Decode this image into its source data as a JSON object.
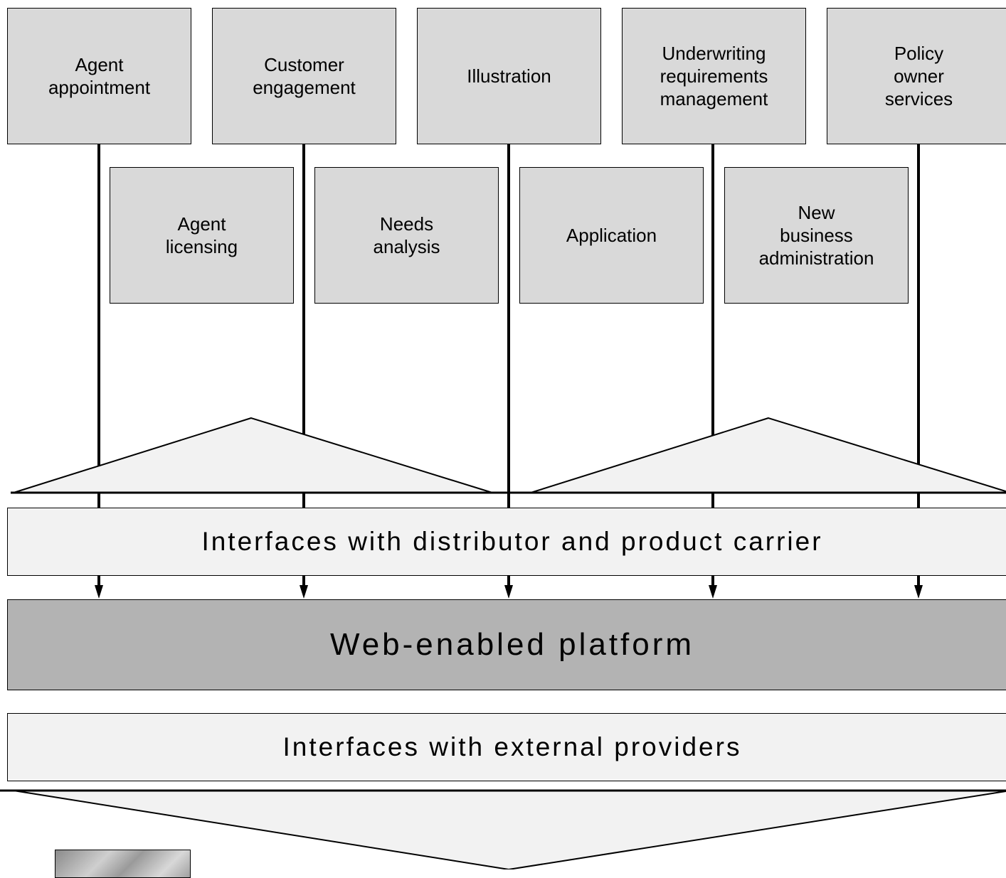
{
  "process_boxes": {
    "agent_appointment": "Agent\nappointment",
    "customer_engagement": "Customer\nengagement",
    "illustration": "Illustration",
    "underwriting_requirements": "Underwriting\nrequirements\nmanagement",
    "policy_owner_services": "Policy\nowner\nservices",
    "agent_licensing": "Agent\nlicensing",
    "needs_analysis": "Needs\nanalysis",
    "application": "Application",
    "new_business_admin": "New\nbusiness\nadministration"
  },
  "bands": {
    "distributor_interfaces": "Interfaces with distributor and product carrier",
    "platform": "Web-enabled platform",
    "external_interfaces": "Interfaces with external providers"
  },
  "colors": {
    "process_box": "#d9d9d9",
    "band_light": "#f2f2f2",
    "platform": "#b3b3b3",
    "line": "#000000"
  },
  "icons": {
    "flow_arrow": "arrow-down-icon"
  }
}
